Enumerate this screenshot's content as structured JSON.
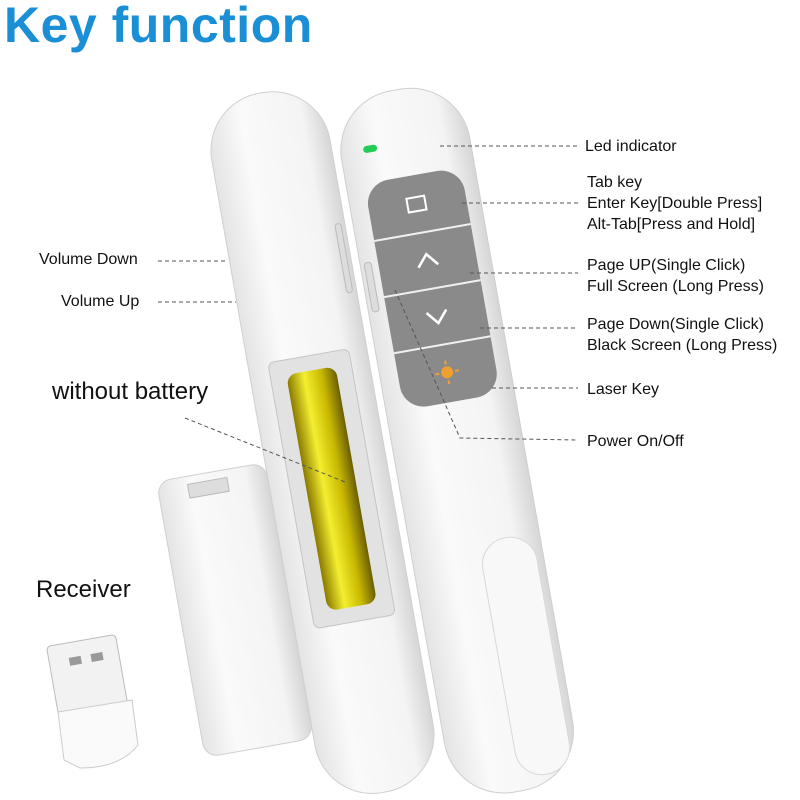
{
  "title": "Key function",
  "colors": {
    "title": "#1b8fd6",
    "battery": "#d8d000",
    "led": "#22cc55",
    "key_panel": "#8a8a8a",
    "laser_icon": "#f0a030"
  },
  "labels": {
    "led": "Led indicator",
    "tab": [
      "Tab key",
      "Enter Key[Double Press]",
      "Alt-Tab[Press and Hold]"
    ],
    "up": [
      "Page UP(Single Click)",
      "Full Screen (Long Press)"
    ],
    "down": [
      "Page Down(Single Click)",
      "Black Screen (Long Press)"
    ],
    "laser": "Laser Key",
    "power": "Power On/Off",
    "vol_down": "Volume Down",
    "vol_up": "Volume Up",
    "battery": "without battery",
    "receiver": "Receiver"
  },
  "icons": [
    "square-icon",
    "chevron-up-icon",
    "chevron-down-icon",
    "laser-sun-icon"
  ]
}
